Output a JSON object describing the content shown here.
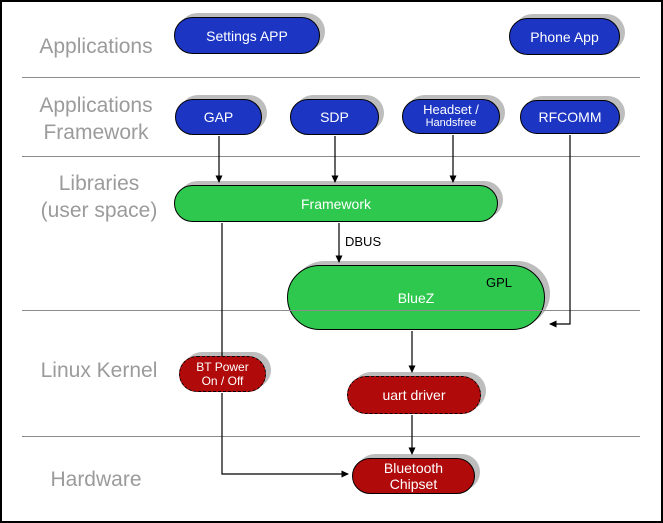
{
  "layers": [
    {
      "label": "Applications"
    },
    {
      "line1": "Applications",
      "line2": "Framework"
    },
    {
      "line1": "Libraries",
      "line2": "(user space)"
    },
    {
      "label": "Linux Kernel"
    },
    {
      "label": "Hardware"
    }
  ],
  "nodes": {
    "settings_app": {
      "label": "Settings APP"
    },
    "phone_app": {
      "label": "Phone App"
    },
    "gap": {
      "label": "GAP"
    },
    "sdp": {
      "label": "SDP"
    },
    "headset": {
      "line1": "Headset /",
      "line2": "Handsfree"
    },
    "rfcomm": {
      "label": "RFCOMM"
    },
    "framework": {
      "label": "Framework"
    },
    "bluez": {
      "label": "BlueZ",
      "badge": "GPL"
    },
    "bt_power": {
      "line1": "BT Power",
      "line2": "On / Off"
    },
    "uart_driver": {
      "label": "uart driver"
    },
    "bluetooth_chipset": {
      "line1": "Bluetooth",
      "line2": "Chipset"
    }
  },
  "edge_labels": {
    "dbus": "DBUS"
  },
  "colors": {
    "app_blue": "#1c35c3",
    "lib_green": "#2ec84e",
    "kernel_red": "#b00a0a",
    "layer_label_gray": "#9b9b9b",
    "divider_gray": "#8c8c8c",
    "shadow_gray": "#bdbdbd",
    "connector_black": "#000000"
  }
}
